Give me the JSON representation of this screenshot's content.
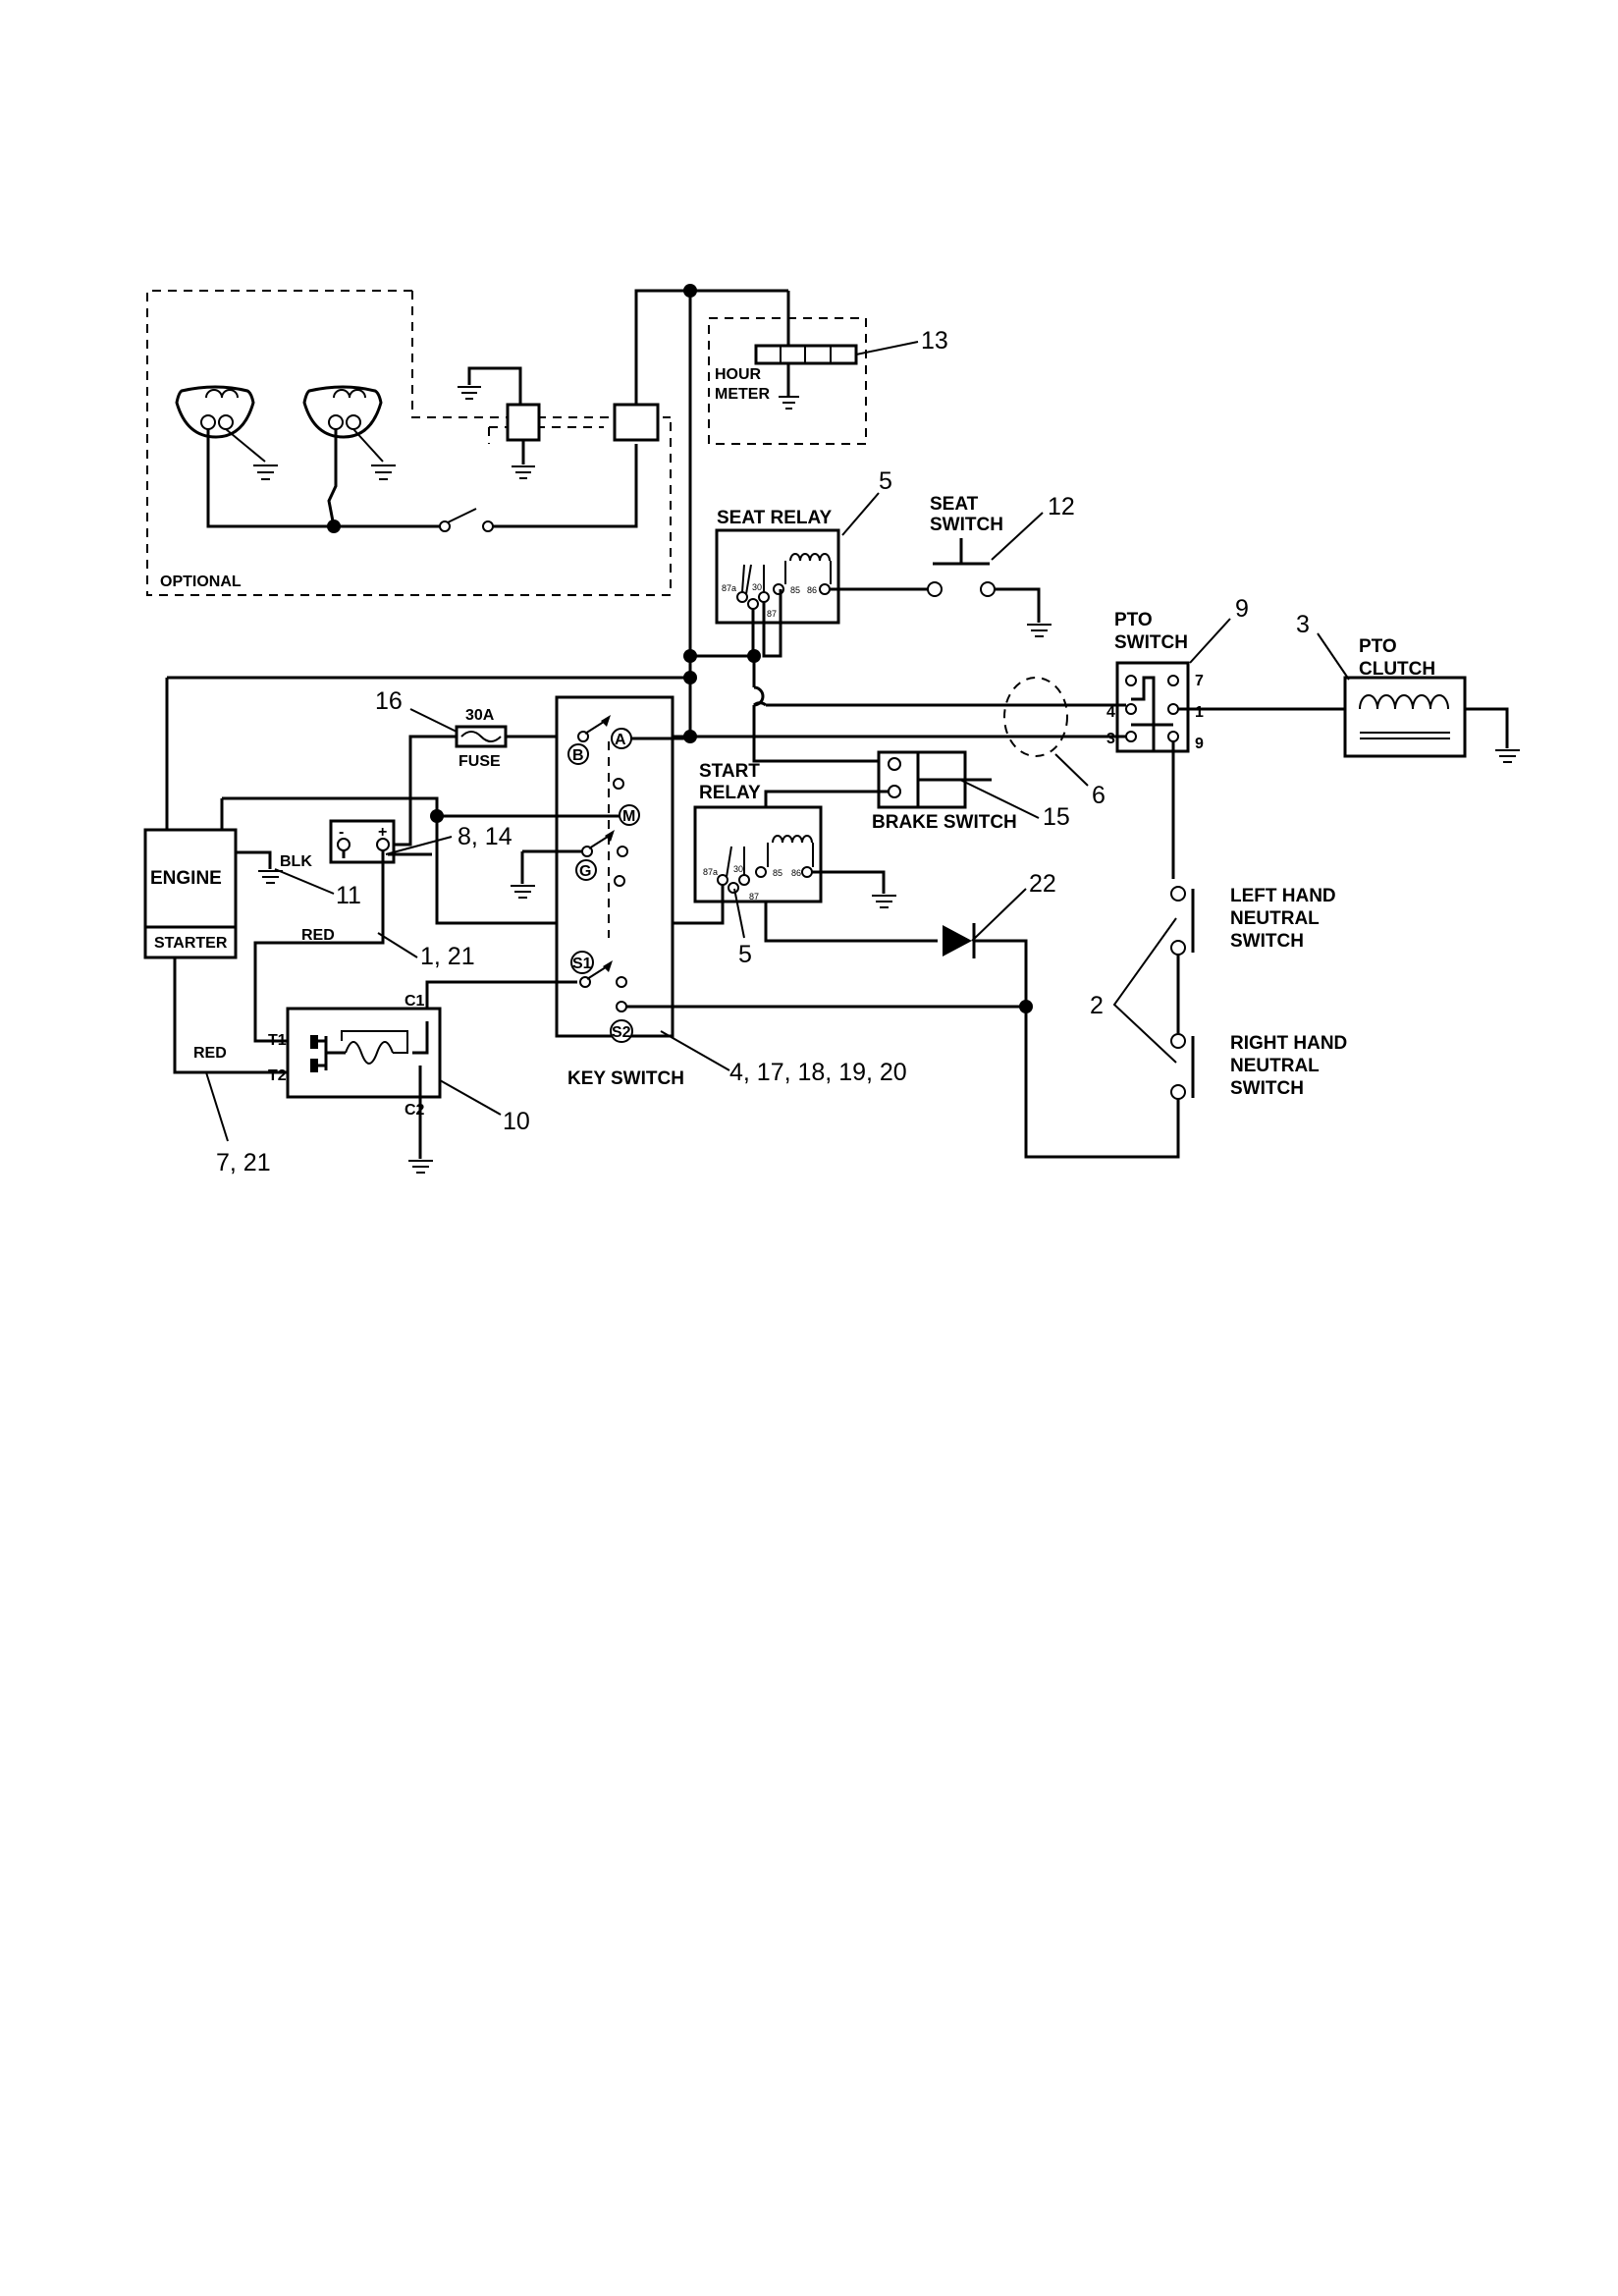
{
  "labels": {
    "optional": "OPTIONAL",
    "hour_meter_1": "HOUR",
    "hour_meter_2": "METER",
    "seat_relay": "SEAT RELAY",
    "seat_switch_1": "SEAT",
    "seat_switch_2": "SWITCH",
    "pto_switch_1": "PTO",
    "pto_switch_2": "SWITCH",
    "pto_clutch_1": "PTO",
    "pto_clutch_2": "CLUTCH",
    "fuse_rating": "30A",
    "fuse": "FUSE",
    "start_relay_1": "START",
    "start_relay_2": "RELAY",
    "brake_switch": "BRAKE SWITCH",
    "engine": "ENGINE",
    "starter": "STARTER",
    "blk": "BLK",
    "red_1": "RED",
    "red_2": "RED",
    "key_switch": "KEY SWITCH",
    "left_hand_1": "LEFT HAND",
    "left_hand_2": "NEUTRAL",
    "left_hand_3": "SWITCH",
    "right_hand_1": "RIGHT HAND",
    "right_hand_2": "NEUTRAL",
    "right_hand_3": "SWITCH"
  },
  "key_terminals": {
    "a": "A",
    "b": "B",
    "m": "M",
    "g": "G",
    "s1": "S1",
    "s2": "S2"
  },
  "terminals": {
    "relay_87a": "87a",
    "relay_30": "30",
    "relay_87": "87",
    "relay_85": "85",
    "relay_86": "86",
    "pto_4": "4",
    "pto_3": "3",
    "pto_7": "7",
    "pto_1": "1",
    "pto_9": "9",
    "sol_t1": "T1",
    "sol_t2": "T2",
    "sol_c1": "C1",
    "sol_c2": "C2",
    "batt_neg": "-",
    "batt_pos": "+"
  },
  "callouts": {
    "c13": "13",
    "c5_seat": "5",
    "c12": "12",
    "c9": "9",
    "c3": "3",
    "c16": "16",
    "c6": "6",
    "c15": "15",
    "c8_14": "8, 14",
    "c11": "11",
    "c22": "22",
    "c1_21": "1, 21",
    "c5_start": "5",
    "c2": "2",
    "c4_20": "4, 17, 18, 19, 20",
    "c10": "10",
    "c7_21": "7, 21"
  }
}
